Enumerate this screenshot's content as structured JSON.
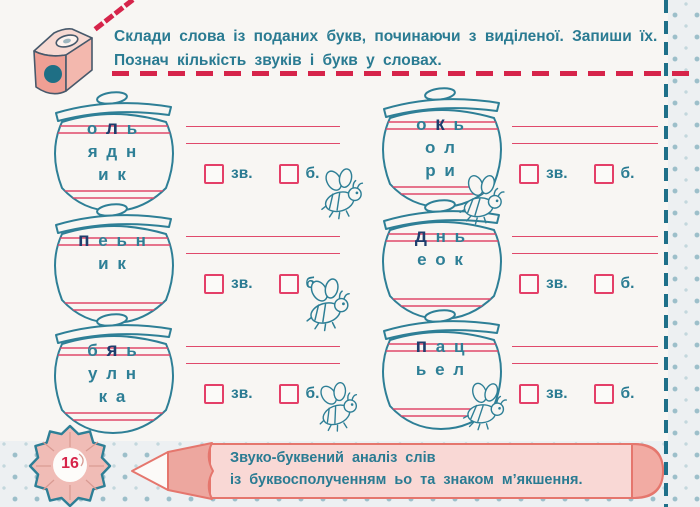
{
  "page": {
    "number": "16",
    "instructions_line1": "Склади слова із поданих букв, починаючи з виділеної. Запиши їх.",
    "instructions_line2": "Познач кількість звуків і букв у словах.",
    "footer_line1": "Звуко-буквений аналіз слів",
    "footer_line2": "із буквосполученням ьо та знаком м’якшення."
  },
  "labels": {
    "sounds": "зв.",
    "letters": "б."
  },
  "icons": {
    "header": "pencil-sharpener-icon",
    "decor": "bee-icon",
    "container": "honey-jar-icon",
    "footer_badge": "pencil-shaving-badge",
    "footer_banner": "pencil-banner"
  },
  "colors": {
    "teal": "#2a7b92",
    "navy_highlight": "#1e3e6d",
    "crimson_lines": "#e0496b",
    "dashed_red": "#d6244a",
    "banner_pink": "#f9d8d5",
    "banner_outline": "#e5766d"
  },
  "jars": [
    {
      "line1_pre": "о ",
      "line1_bold": "л",
      "line1_post": " ь",
      "line2": "я д н",
      "line3": "и к"
    },
    {
      "line1_pre": "о ",
      "line1_bold": "к",
      "line1_post": " ь",
      "line2": "о л",
      "line3": "р и"
    },
    {
      "line1_pre": "",
      "line1_bold": "п",
      "line1_post": " е ь н",
      "line2": "и к",
      "line3": ""
    },
    {
      "line1_pre": "",
      "line1_bold": "д",
      "line1_post": " н ь",
      "line2": "е о к",
      "line3": ""
    },
    {
      "line1_pre": "б ",
      "line1_bold": "я",
      "line1_post": " ь",
      "line2": "у л н",
      "line3": "к а"
    },
    {
      "line1_pre": "",
      "line1_bold": "п",
      "line1_post": " а ц",
      "line2": "ь е л",
      "line3": ""
    }
  ]
}
